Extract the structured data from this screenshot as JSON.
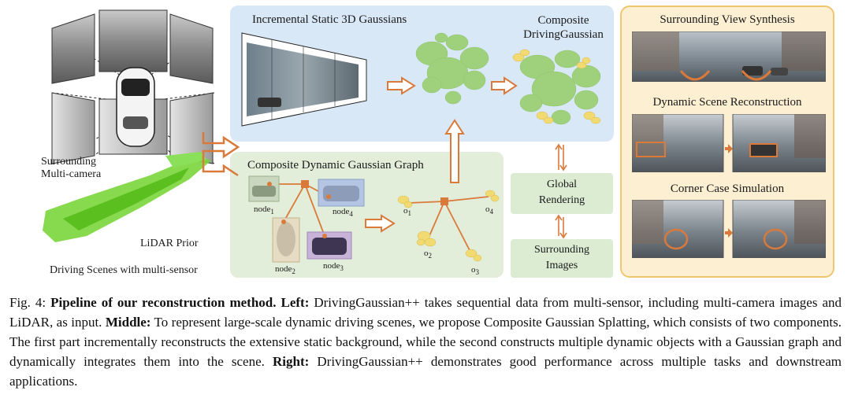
{
  "left": {
    "camera_label_line1": "Surrounding",
    "camera_label_line2": "Multi-camera",
    "lidar_label": "LiDAR Prior",
    "scene_label": "Driving Scenes with multi-sensor"
  },
  "static_panel": {
    "title": "Incremental Static 3D Gaussians",
    "composite_title_line1": "Composite",
    "composite_title_line2": "DrivingGaussian"
  },
  "dynamic_panel": {
    "title": "Composite Dynamic Gaussian Graph",
    "nodes": [
      {
        "base": "node",
        "sub": "1"
      },
      {
        "base": "node",
        "sub": "2"
      },
      {
        "base": "node",
        "sub": "3"
      },
      {
        "base": "node",
        "sub": "4"
      }
    ],
    "objects": [
      {
        "base": "o",
        "sub": "1"
      },
      {
        "base": "o",
        "sub": "2"
      },
      {
        "base": "o",
        "sub": "3"
      },
      {
        "base": "o",
        "sub": "4"
      }
    ]
  },
  "render": {
    "global_line1": "Global",
    "global_line2": "Rendering",
    "images_line1": "Surrounding",
    "images_line2": "Images"
  },
  "right_panel": {
    "task1": "Surrounding View Synthesis",
    "task2": "Dynamic Scene Reconstruction",
    "task3": "Corner Case Simulation"
  },
  "caption": {
    "fig": "Fig. 4: ",
    "title": "Pipeline of our reconstruction method.",
    "left_head": "Left:",
    "left_text": " DrivingGaussian++ takes sequential data from multi-sensor, including multi-camera images and LiDAR, as input. ",
    "middle_head": "Middle:",
    "middle_text": " To represent large-scale dynamic driving scenes, we propose Composite Gaussian Splatting, which consists of two components. The first part incrementally reconstructs the extensive static background, while the second constructs multiple dynamic objects with a Gaussian graph and dynamically integrates them into the scene. ",
    "right_head": "Right:",
    "right_text": " DrivingGaussian++ demonstrates good performance across multiple tasks and downstream applications."
  },
  "colors": {
    "arrow": "#d97a3a",
    "gaussian_green": "#9fd17c",
    "gaussian_yellow": "#f2da72",
    "panel_blue": "#d9e8f7",
    "panel_green": "#e2eed9",
    "panel_orange": "#fcefd2"
  }
}
